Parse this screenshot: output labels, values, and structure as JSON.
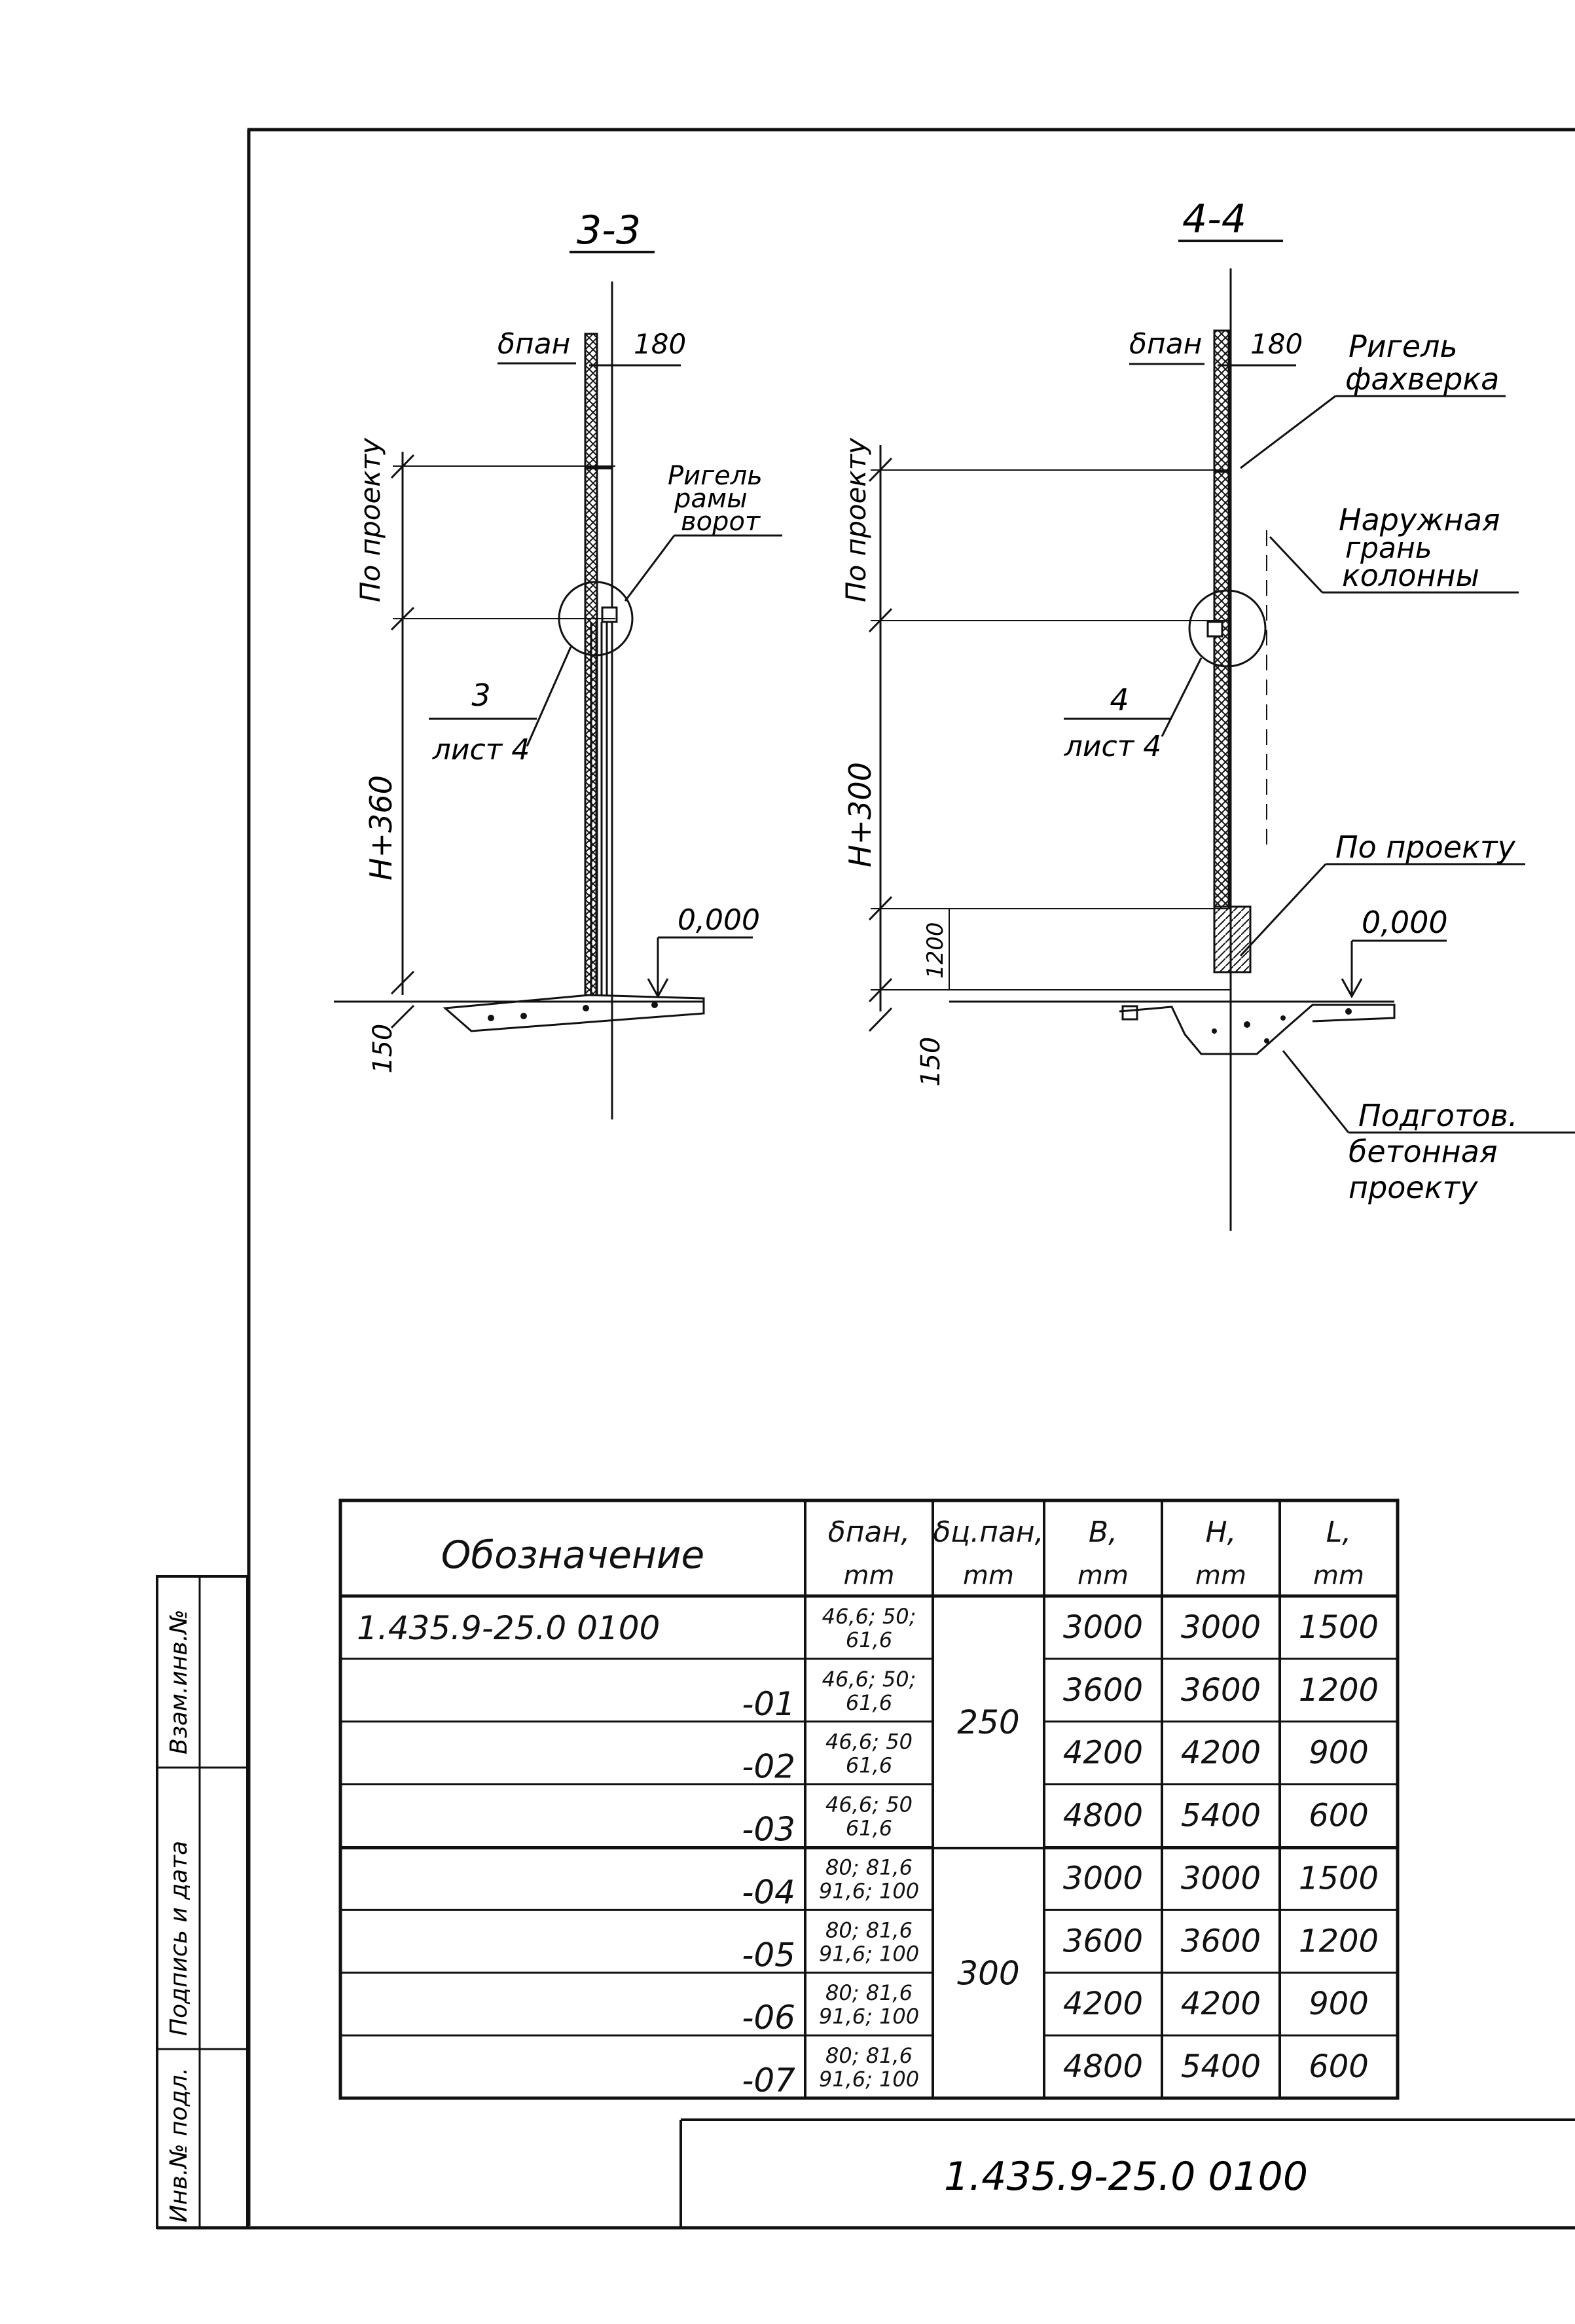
{
  "sections": {
    "s33": {
      "title": "3-3",
      "b_label": "δпан",
      "dim_180": "180",
      "po_proektu": "По проекту",
      "h_dim": "H+360",
      "base_dim": "150",
      "callout_num": "3",
      "callout_sheet": "лист 4",
      "mark": "0,000",
      "rigel_label": [
        "Ригель",
        "рамы",
        "ворот"
      ]
    },
    "s44": {
      "title": "4-4",
      "b_label": "δпан",
      "dim_180": "180",
      "po_proektu": "По проекту",
      "h_dim": "H+300",
      "dim_1200": "1200",
      "base_dim": "150",
      "callout_num": "4",
      "callout_sheet": "лист 4",
      "mark": "0,000",
      "rigel_label": [
        "Ригель",
        "фахверка"
      ],
      "facade_label": [
        "Наружная",
        "грань",
        "колонны"
      ],
      "po_proektu_2": "По проекту",
      "prep_label": [
        "Подготов.",
        "бетонная",
        "проекту"
      ]
    }
  },
  "table": {
    "headers": [
      {
        "top": "Обозначение",
        "unit": ""
      },
      {
        "top": "δпан,",
        "unit": "mm"
      },
      {
        "top": "δц.пан,",
        "unit": "mm"
      },
      {
        "top": "B,",
        "unit": "mm"
      },
      {
        "top": "H,",
        "unit": "mm"
      },
      {
        "top": "L,",
        "unit": "mm"
      }
    ],
    "rows": [
      {
        "code": "1.435.9-25.0 0100",
        "b": [
          "46,6; 50;",
          "61,6"
        ],
        "B": "3000",
        "H": "3000",
        "L": "1500"
      },
      {
        "code": "-01",
        "b": [
          "46,6; 50;",
          "61,6"
        ],
        "B": "3600",
        "H": "3600",
        "L": "1200"
      },
      {
        "code": "-02",
        "b": [
          "46,6; 50",
          "61,6"
        ],
        "B": "4200",
        "H": "4200",
        "L": "900"
      },
      {
        "code": "-03",
        "b": [
          "46,6; 50",
          "61,6"
        ],
        "B": "4800",
        "H": "5400",
        "L": "600"
      },
      {
        "code": "-04",
        "b": [
          "80; 81,6",
          "91,6; 100"
        ],
        "B": "3000",
        "H": "3000",
        "L": "1500"
      },
      {
        "code": "-05",
        "b": [
          "80; 81,6",
          "91,6; 100"
        ],
        "B": "3600",
        "H": "3600",
        "L": "1200"
      },
      {
        "code": "-06",
        "b": [
          "80; 81,6",
          "91,6; 100"
        ],
        "B": "4200",
        "H": "4200",
        "L": "900"
      },
      {
        "code": "-07",
        "b": [
          "80; 81,6",
          "91,6; 100"
        ],
        "B": "4800",
        "H": "5400",
        "L": "600"
      }
    ],
    "merged_c": [
      {
        "value": "250"
      },
      {
        "value": "300"
      }
    ]
  },
  "stamp_title": "1.435.9-25.0 0100",
  "side_stamp": [
    "Взам.инв.№",
    "Подпись и дата",
    "Инв.№ подл."
  ]
}
